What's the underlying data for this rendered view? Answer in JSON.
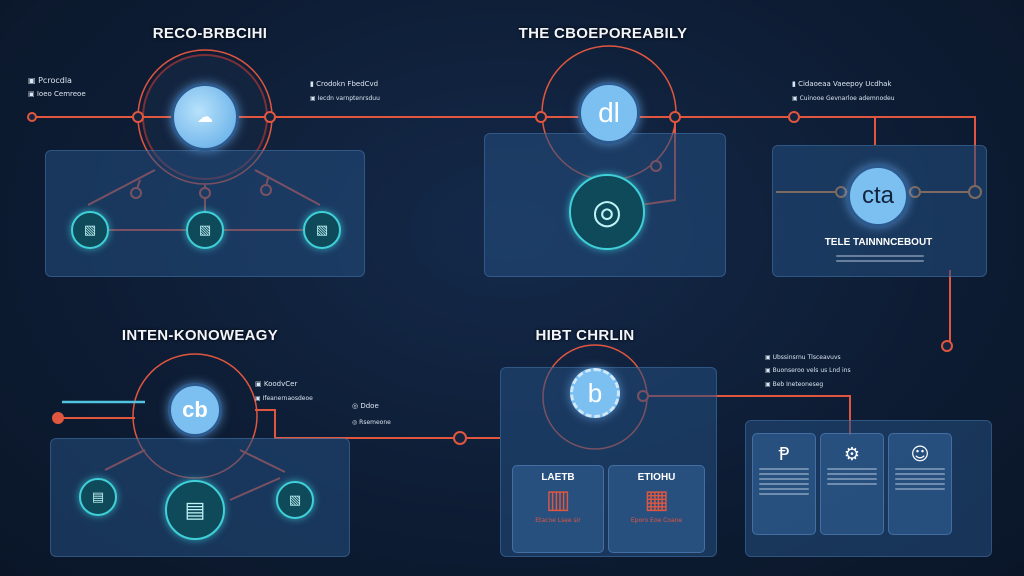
{
  "sections": [
    {
      "title": "RECO-BRBCIHI",
      "notes": [
        "Pcrocdla",
        "Ioeo Cemreoe"
      ],
      "right_notes": [
        "Crodokn FbedCvd",
        "Iecdn varnptenrsduu"
      ]
    },
    {
      "title": "THE CBOEPOREABILY",
      "hub_label": "dl"
    },
    {
      "hub_label": "cta",
      "caption": "TELE TAINNNCEBOUT",
      "notes": [
        "Cidaoeaa Vaeepoy Ucdhak",
        "Cuinooe Gevnarloe ademnodeu"
      ]
    },
    {
      "title": "INTEN-KONOWEAGY",
      "hub_label": "cb",
      "notes": [
        "KoodvCer",
        "Ifeanernaosdeoe"
      ],
      "side_notes": [
        "Ddoe",
        "Rsemeone"
      ]
    },
    {
      "title": "HIBT CHRLIN",
      "hub_label": "b",
      "cards": [
        {
          "title": "LAETB",
          "footer": "Etacne Lsee sir"
        },
        {
          "title": "ETIOHU",
          "footer": "Eporo Eoe Coane"
        }
      ],
      "notes": [
        "Ubssinsrnu Tlsceavuvs",
        "Buonseroo vels us Lnd ins",
        "Beb Ineteoneseg"
      ]
    },
    {
      "cards": [
        {
          "icon": "p-logo-icon",
          "glyph": "Ᵽ"
        },
        {
          "icon": "gear-icon",
          "glyph": "⚙"
        },
        {
          "icon": "face-icon",
          "glyph": "☺"
        }
      ]
    }
  ],
  "colors": {
    "background": "#0d1c33",
    "connector": "#e0563f",
    "accent_orange": "#e88a3a",
    "node_teal": "#3fd0d8",
    "hub_blue": "#7cc0f2",
    "cyan_line": "#4fc3e0"
  }
}
